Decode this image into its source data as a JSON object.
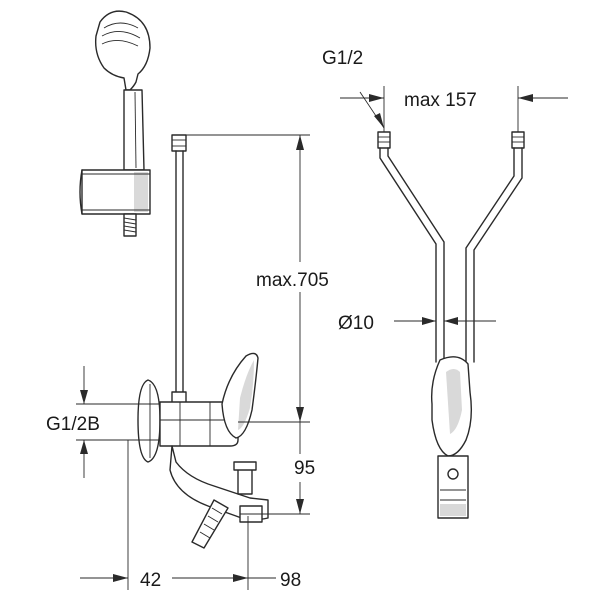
{
  "dimensions": {
    "left_view": {
      "height_label": "max.705",
      "outlet_height_label": "95",
      "inlet_thread_label": "G1/2B",
      "wall_offset_label": "42",
      "spout_reach_label": "98"
    },
    "right_view": {
      "inlet_thread_label": "G1/2",
      "width_label": "max 157",
      "pipe_diameter_label": "Ø10"
    }
  }
}
